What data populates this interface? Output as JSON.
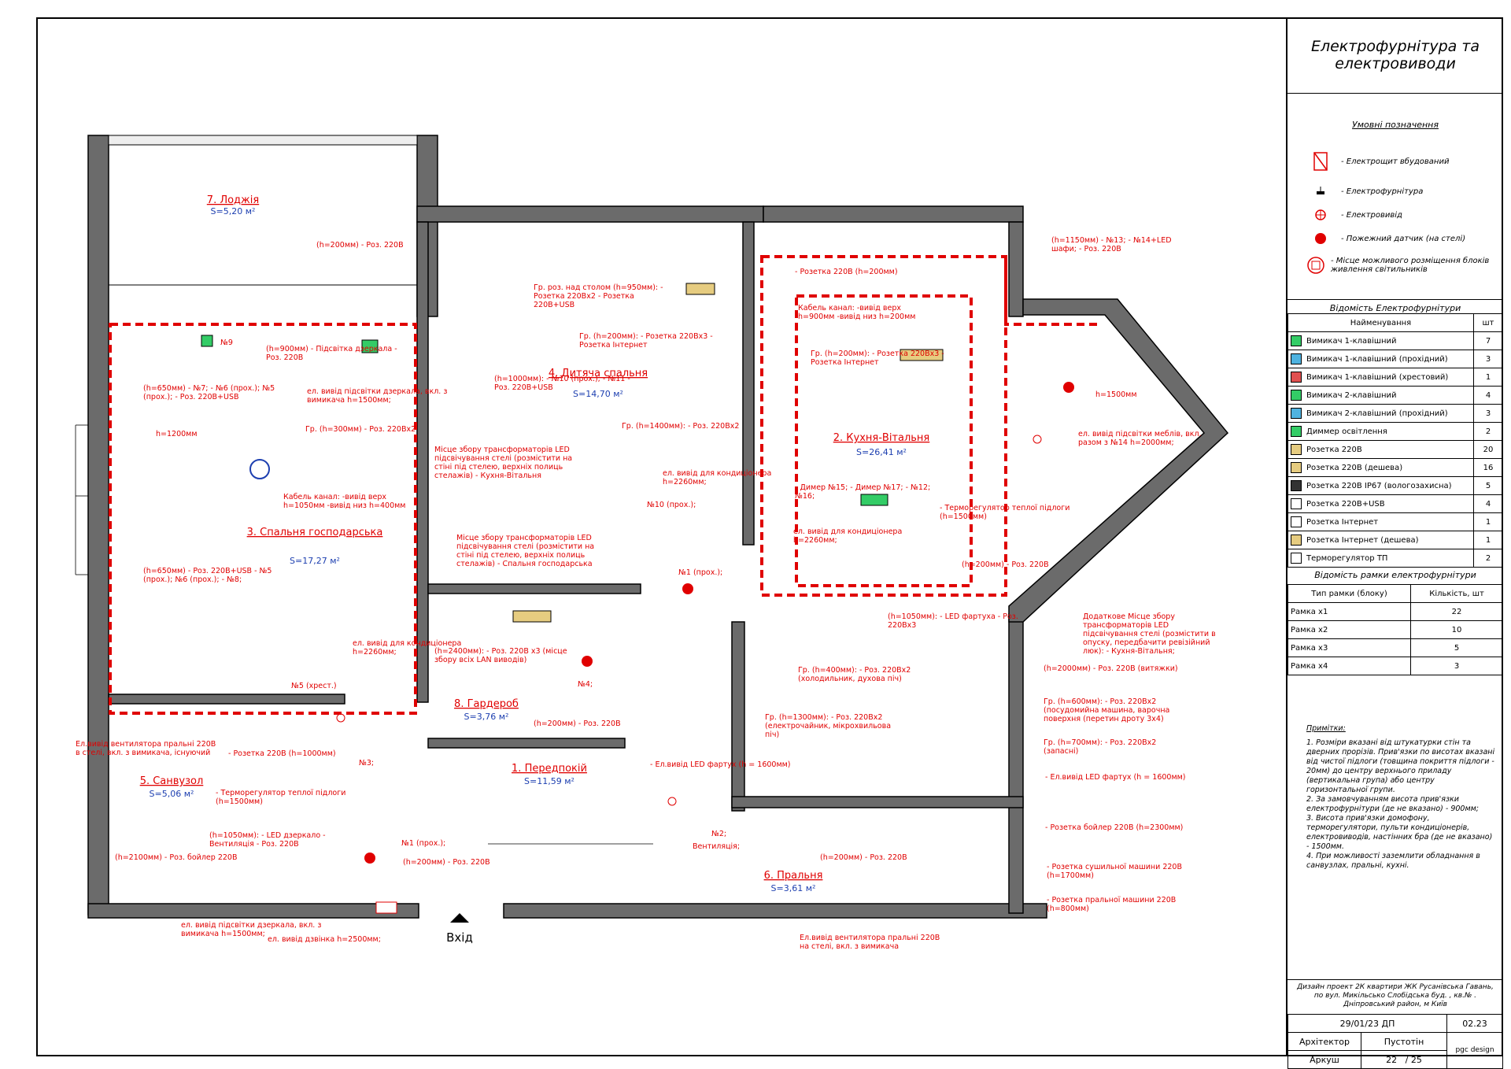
{
  "sheet": {
    "title": "Електрофурнітура та електровиводи"
  },
  "legend": {
    "heading": "Умовні позначення",
    "items": [
      {
        "icon": "electric-panel-icon",
        "label": "- Електрощит вбудований"
      },
      {
        "icon": "electric-fitting-icon",
        "label": "- Електрофурнітура"
      },
      {
        "icon": "electric-outlet-point-icon",
        "label": "- Електровивід"
      },
      {
        "icon": "fire-sensor-icon",
        "label": "- Пожежний датчик (на стелі)"
      },
      {
        "icon": "led-power-unit-icon",
        "label": "- Місце можливого розміщення блоків живлення світильників"
      }
    ]
  },
  "fittings": {
    "heading": "Відомість Електрофурнітури",
    "col_name": "Найменування",
    "col_qty": "шт",
    "rows": [
      {
        "name": "Вимикач 1-клавішний",
        "qty": "7",
        "swatch": "#33cc66"
      },
      {
        "name": "Вимикач 1-клавішний (прохідний)",
        "qty": "3",
        "swatch": "#4fb3e0"
      },
      {
        "name": "Вимикач 1-клавішний (хрестовий)",
        "qty": "1",
        "swatch": "#e05050"
      },
      {
        "name": "Вимикач 2-клавішний",
        "qty": "4",
        "swatch": "#33cc66"
      },
      {
        "name": "Вимикач 2-клавішний (прохідний)",
        "qty": "3",
        "swatch": "#4fb3e0"
      },
      {
        "name": "Диммер освітлення",
        "qty": "2",
        "swatch": "#33cc66"
      },
      {
        "name": "Розетка 220В",
        "qty": "20",
        "swatch": "#e6cc80"
      },
      {
        "name": "Розетка 220В (дешева)",
        "qty": "16",
        "swatch": "#e6cc80"
      },
      {
        "name": "Розетка 220В IP67 (вологозахисна)",
        "qty": "5",
        "swatch": "#333333"
      },
      {
        "name": "Розетка 220В+USB",
        "qty": "4",
        "swatch": "#ffffff"
      },
      {
        "name": "Розетка Інтернет",
        "qty": "1",
        "swatch": "#ffffff"
      },
      {
        "name": "Розетка Інтернет (дешева)",
        "qty": "1",
        "swatch": "#e6cc80"
      },
      {
        "name": "Терморегулятор ТП",
        "qty": "2",
        "swatch": "#ffffff"
      }
    ]
  },
  "frames": {
    "heading": "Відомість рамки електрофурнітури",
    "col_type": "Тип рамки (блоку)",
    "col_qty": "Кількість, шт",
    "rows": [
      {
        "type": "Рамка х1",
        "qty": "22"
      },
      {
        "type": "Рамка х2",
        "qty": "10"
      },
      {
        "type": "Рамка х3",
        "qty": "5"
      },
      {
        "type": "Рамка х4",
        "qty": "3"
      }
    ]
  },
  "notes": {
    "heading": "Примітки:",
    "lines": [
      "1. Розміри вказані від штукатурки стін та дверних прорізів. Прив'язки по висотах вказані від чистої підлоги (товщина покриття підлоги - 20мм) до центру верхнього приладу (вертикальна група) або центру горизонтальної групи.",
      "2. За замовчуванням висота прив'язки електрофурнітури (де не вказано) - 900мм;",
      "3. Висота прив'язки домофону, терморегулятори, пульти кондиціонерів, електровиводів, настінних бра (де не вказано) - 1500мм.",
      "4. При можливості заземлити обладнання в санвузлах, пральні, кухні."
    ]
  },
  "stamp": {
    "project": "Дизайн проект 2К квартири ЖК Русанівська Гавань, по вул. Микільсько Слобідська буд. , кв.№ . Дніпровський район, м Київ",
    "date": "29/01/23 ДП",
    "code": "02.23",
    "role1": "Архітектор",
    "name1": "Пустотін",
    "role2": "Аркуш",
    "sheet_no": "22",
    "sheet_total": "/ 25",
    "logo": "pgc design"
  },
  "rooms": [
    {
      "name": "7. Лоджія",
      "area": "S=5,20 м²"
    },
    {
      "name": "3. Спальня господарська",
      "area": "S=17,27 м²"
    },
    {
      "name": "4. Дитяча спальня",
      "area": "S=14,70 м²"
    },
    {
      "name": "2. Кухня-Вітальня",
      "area": "S=26,41 м²"
    },
    {
      "name": "8. Гардероб",
      "area": "S=3,76 м²"
    },
    {
      "name": "1. Передпокій",
      "area": "S=11,59 м²"
    },
    {
      "name": "5. Санвузол",
      "area": "S=5,06 м²"
    },
    {
      "name": "6. Пральня",
      "area": "S=3,61 м²"
    }
  ],
  "entrance": "Вхід",
  "annotations": [
    "(h=200мм) - Роз. 220В",
    "(h=900мм) - Підсвітка дзеркала - Роз. 220В",
    "ел. вивід підсвітки дзеркала, вкл. з вимикача h=1500мм;",
    "(h=650мм) - №7; - №6 (прох.); №5 (прох.); - Роз. 220В+USB",
    "h=1200мм",
    "Гр. (h=300мм) - Роз. 220Вх2",
    "Кабель канал: -вивід верх h=1050мм -вивід низ h=400мм",
    "(h=650мм) - Роз. 220В+USB - №5 (прох.); №6 (прох.); - №8;",
    "ел. вивід для кондиціонера h=2260мм;",
    "№5 (хрест.)",
    "№9",
    "Гр. роз. над столом (h=950мм): - Розетка 220Вх2 - Розетка 220В+USB",
    "Гр. (h=200мм): - Розетка 220Вх3 - Розетка Інтернет",
    "(h=1000мм): - №10 (прох.); - №11 - Роз. 220В+USB",
    "Гр. (h=1400мм): - Роз. 220Вх2",
    "Місце збору трансформаторів LED підсвічування стелі (розмістити на стіні під стелею, верхніх полиць стелажів) - Кухня-Вітальня",
    "ел. вивід для кондиціонера h=2260мм;",
    "№10 (прох.);",
    "Місце збору трансформаторів LED підсвічування стелі (розмістити на стіні під стелею, верхніх полиць стелажів) - Спальня господарська",
    "Кабель канал: -вивід верх h=900мм -вивід низ h=200мм",
    "Гр. (h=200мм): - Розетка 220Вх3 - Розетка Інтернет",
    "- Розетка 220В (h=200мм)",
    "- Димер №15; - Димер №17; - №12; №16;",
    "ел. вивід для кондиціонера h=2260мм;",
    "- Терморегулятор теплої підлоги (h=1500мм)",
    "(h=200мм) - Роз. 220В",
    "(h=1150мм) - №13; - №14+LED шафи; - Роз. 220В",
    "ел. вивід підсвітки меблів, вкл. разом з №14 h=2000мм;",
    "h=1500мм",
    "(h=1050мм): - LED фартуха - Роз. 220Вх3",
    "Додаткове Місце збору трансформаторів LED підсвічування стелі (розмістити в опуску, передбачити ревізійний люк): - Кухня-Вітальня;",
    "Гр. (h=400мм): - Роз. 220Вх2 (холодильник, духова піч)",
    "Гр. (h=1300мм): - Роз. 220Вх2 (електрочайник, мікрохвильова піч)",
    "(h=2000мм) - Роз. 220В (витяжки)",
    "Гр. (h=600мм): - Роз. 220Вх2 (посудомийна машина, варочна поверхня (перетин дроту 3х4)",
    "Гр. (h=700мм): - Роз. 220Вх2 (запасні)",
    "- Ел.вивід LED фартух (h = 1600мм)",
    "- Розетка бойлер 220В (h=2300мм)",
    "- Розетка сушильної машини 220В (h=1700мм)",
    "- Розетка пральної машини 220В (h=800мм)",
    "(h=2400мм): - Роз. 220В х3 (місце збору всіх LAN виводів)",
    "(h=200мм) - Роз. 220В",
    "№4;",
    "№1 (прох.);",
    "- Ел.вивід LED фартух (h = 1600мм)",
    "Ел.вивід вентилятора пральні 220В в стелі, вкл. з вимикача, існуючий",
    "- Розетка 220В (h=1000мм)",
    "№3;",
    "- Терморегулятор теплої підлоги (h=1500мм)",
    "(h=1050мм): - LED дзеркало - Вентиляція - Роз. 220В",
    "(h=2100мм) - Роз. бойлер 220В",
    "№1 (прох.);",
    "(h=200мм) - Роз. 220В",
    "ел. вивід підсвітки дзеркала, вкл. з вимикача h=1500мм;",
    "ел. вивід дзвінка h=2500мм;",
    "№2;",
    "Вентиляція;",
    "(h=200мм) - Роз. 220В",
    "Ел.вивід вентилятора пральні 220В на стелі, вкл. з вимикача"
  ]
}
